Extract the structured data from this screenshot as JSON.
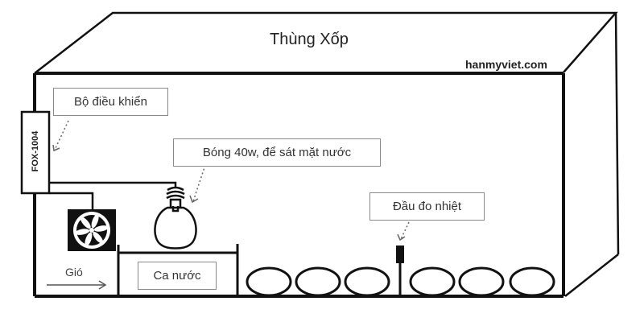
{
  "title": "Thùng Xốp",
  "watermark": "hanmyviet.com",
  "labels": {
    "controller": "Bộ điều khiển",
    "controller_model": "FOX-1004",
    "bulb": "Bóng 40w, để sát mặt nước",
    "sensor": "Đầu đo nhiệt",
    "water_cup": "Ca nước",
    "wind": "Gió"
  },
  "components": {
    "eggs_left_count": 3,
    "eggs_right_count": 3,
    "fan": "fan-icon",
    "bulb": "lightbulb-icon",
    "sensor": "temperature-probe-icon"
  },
  "colors": {
    "line": "#111111",
    "label_border": "#8a8a8a",
    "background": "#ffffff"
  }
}
